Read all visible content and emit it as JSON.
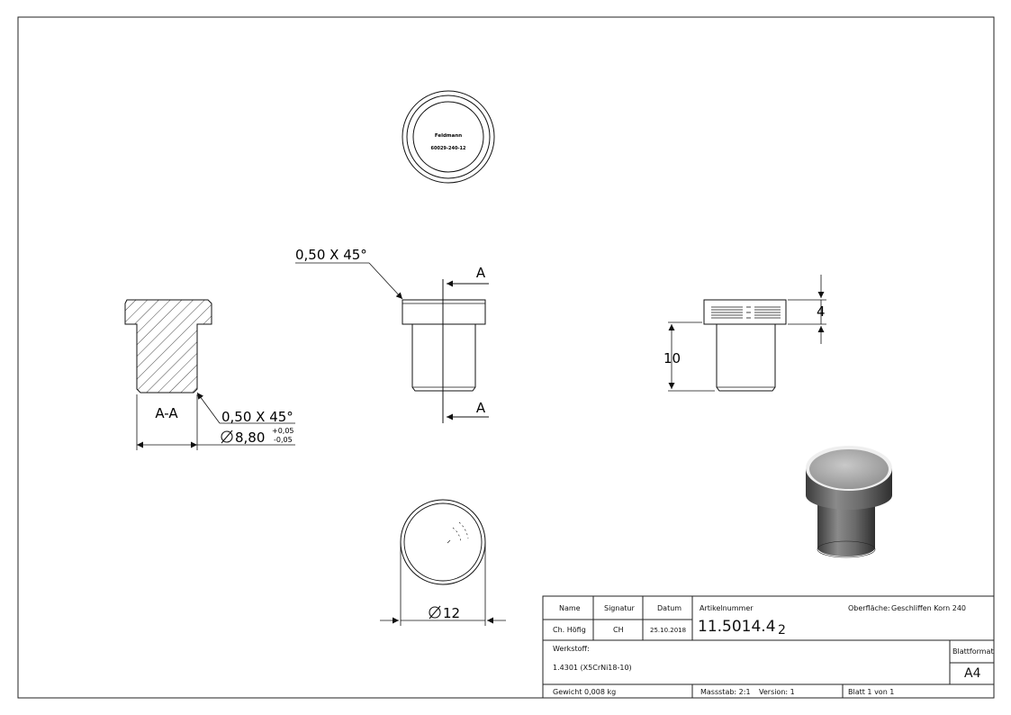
{
  "views": {
    "top_marking": {
      "brand": "Feldmann",
      "code": "60029-240-12"
    },
    "section": {
      "label": "A-A",
      "chamfer": "0,50 X 45°",
      "diameter": "8,80",
      "tol_upper": "+0,05",
      "tol_lower": "-0,05"
    },
    "front": {
      "chamfer": "0,50 X 45°",
      "cut_top": "A",
      "cut_bottom": "A"
    },
    "side": {
      "dim_height": "10",
      "dim_head": "4"
    },
    "bottom": {
      "diameter": "12"
    }
  },
  "title_block": {
    "h_name": "Name",
    "h_signatur": "Signatur",
    "h_datum": "Datum",
    "name": "Ch. Höfig",
    "signatur": "CH",
    "datum": "25.10.2018",
    "artikel_label": "Artikelnummer",
    "artikel_nr": "11.5014.4",
    "artikel_suffix": "2",
    "oberflaeche_label": "Oberfläche:",
    "oberflaeche": "Geschliffen Korn 240",
    "werkstoff_label": "Werkstoff:",
    "werkstoff": "1.4301 (X5CrNi18-10)",
    "blattformat_label": "Blattformat",
    "blattformat": "A4",
    "gewicht": "Gewicht 0,008 kg",
    "massstab": "Massstab: 2:1",
    "version": "Version: 1",
    "blatt": "Blatt 1 von 1"
  }
}
